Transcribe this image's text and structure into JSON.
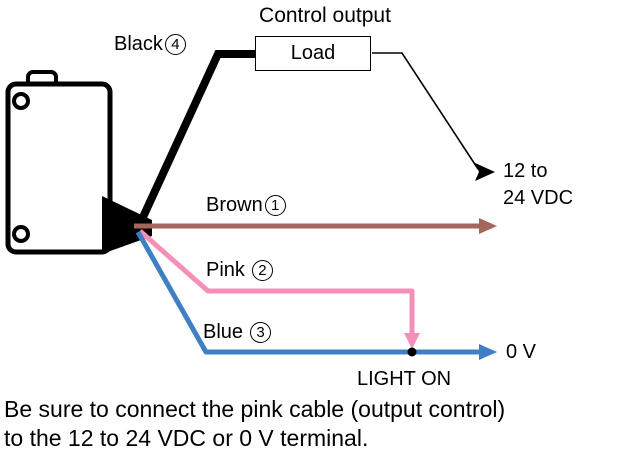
{
  "diagram": {
    "control_output": "Control output",
    "load": "Load",
    "wires": [
      {
        "name": "Black",
        "number": "4",
        "color": "#000000"
      },
      {
        "name": "Brown",
        "number": "1",
        "color": "#A4655B"
      },
      {
        "name": "Pink",
        "number": "2",
        "color": "#F48FB9"
      },
      {
        "name": "Blue",
        "number": "3",
        "color": "#3F80C4"
      }
    ],
    "supply": {
      "line1": "12 to",
      "line2": "24 VDC"
    },
    "zero_volt": "0 V",
    "light_on": "LIGHT ON"
  },
  "caption": {
    "line1": "Be sure to connect the pink cable (output control)",
    "line2": "to the 12 to 24 VDC or 0 V terminal."
  }
}
